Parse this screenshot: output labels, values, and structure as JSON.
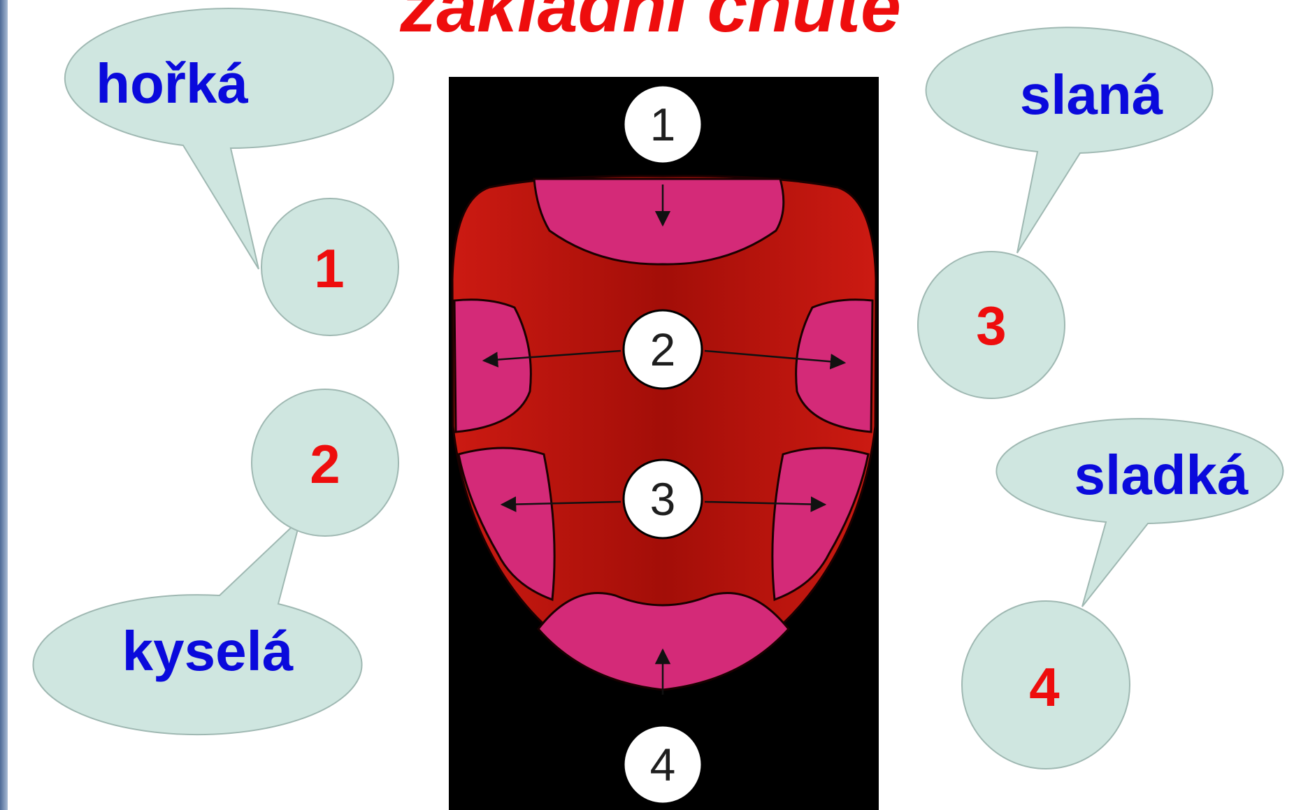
{
  "title": "základní chutě",
  "callouts": [
    {
      "label": "hořká",
      "number": "1"
    },
    {
      "label": "kyselá",
      "number": "2"
    },
    {
      "label": "slaná",
      "number": "3"
    },
    {
      "label": "sladká",
      "number": "4"
    }
  ],
  "tongue": {
    "markers": [
      "1",
      "2",
      "3",
      "4"
    ]
  }
}
